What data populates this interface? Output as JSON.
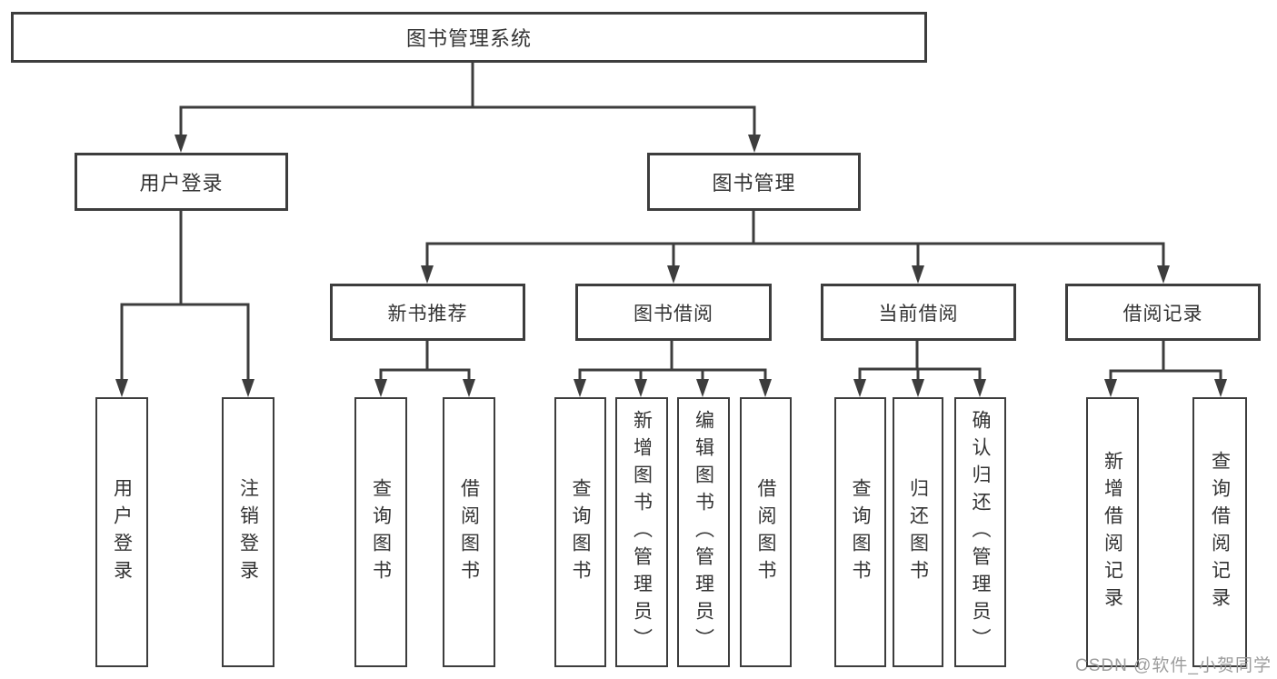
{
  "diagram": {
    "root": {
      "label": "图书管理系统"
    },
    "level2": [
      {
        "label": "用户登录"
      },
      {
        "label": "图书管理"
      }
    ],
    "level3": [
      {
        "label": "新书推荐"
      },
      {
        "label": "图书借阅"
      },
      {
        "label": "当前借阅"
      },
      {
        "label": "借阅记录"
      }
    ],
    "leaves": {
      "user_login": [
        {
          "label": "用户登录"
        },
        {
          "label": "注销登录"
        }
      ],
      "new_book_recommend": [
        {
          "label": "查询图书"
        },
        {
          "label": "借阅图书"
        }
      ],
      "book_borrow": [
        {
          "label": "查询图书"
        },
        {
          "label": "新增图书（管理员）"
        },
        {
          "label": "编辑图书（管理员）"
        },
        {
          "label": "借阅图书"
        }
      ],
      "current_borrow": [
        {
          "label": "查询图书"
        },
        {
          "label": "归还图书"
        },
        {
          "label": "确认归还（管理员）"
        }
      ],
      "borrow_records": [
        {
          "label": "新增借阅记录"
        },
        {
          "label": "查询借阅记录"
        }
      ]
    },
    "colors": {
      "line": "#3d3d3d",
      "text": "#333333",
      "watermark": "#989898",
      "background": "#ffffff"
    }
  },
  "watermark": {
    "text": "CSDN @软件_小贺同学"
  }
}
